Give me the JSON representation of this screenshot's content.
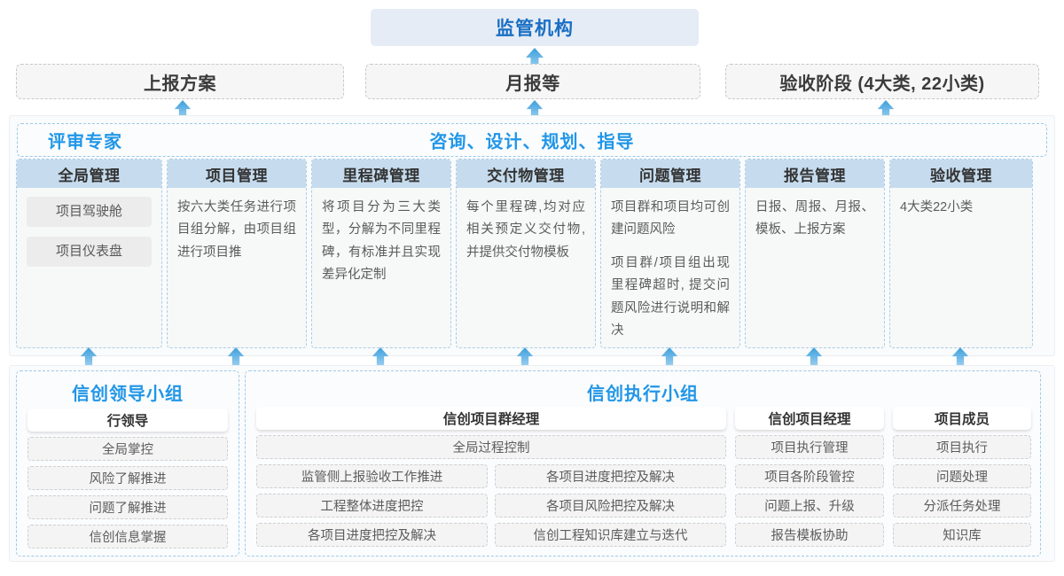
{
  "top": {
    "regulator": "监管机构",
    "reports": [
      {
        "label": "上报方案"
      },
      {
        "label": "月报等"
      },
      {
        "label": "验收阶段 (4大类, 22小类)"
      }
    ]
  },
  "middle": {
    "header_left": "评审专家",
    "header_center": "咨询、设计、规划、指导",
    "columns": [
      {
        "title": "全局管理",
        "pills": [
          "项目驾驶舱",
          "项目仪表盘"
        ],
        "paras": []
      },
      {
        "title": "项目管理",
        "pills": [],
        "paras": [
          "按六大类任务进行项目组分解，由项目组进行项目推"
        ]
      },
      {
        "title": "里程碑管理",
        "pills": [],
        "paras": [
          "将项目分为三大类型，分解为不同里程碑，有标准并且实现差异化定制"
        ]
      },
      {
        "title": "交付物管理",
        "pills": [],
        "paras": [
          "每个里程碑,均对应相关预定义交付物,并提供交付物模板"
        ]
      },
      {
        "title": "问题管理",
        "pills": [],
        "paras": [
          "项目群和项目均可创建问题风险",
          "项目群/项目组出现里程碑超时, 提交问题风险进行说明和解决"
        ]
      },
      {
        "title": "报告管理",
        "pills": [],
        "paras": [
          "日报、周报、月报、模板、上报方案"
        ]
      },
      {
        "title": "验收管理",
        "pills": [],
        "paras": [
          "4大类22小类"
        ]
      }
    ]
  },
  "bottom": {
    "leader_group": {
      "title": "信创领导小组",
      "role": "行领导",
      "tasks": [
        "全局掌控",
        "风险了解推进",
        "问题了解推进",
        "信创信息掌握"
      ]
    },
    "exec_group": {
      "title": "信创执行小组",
      "program_manager": {
        "role": "信创项目群经理",
        "full_width_task": "全局过程控制",
        "left_tasks": [
          "监管侧上报验收工作推进",
          "工程整体进度把控",
          "各项目进度把控及解决"
        ],
        "right_tasks": [
          "各项目进度把控及解决",
          "各项目风险把控及解决",
          "信创工程知识库建立与迭代"
        ]
      },
      "project_manager": {
        "role": "信创项目经理",
        "tasks": [
          "项目执行管理",
          "项目各阶段管控",
          "问题上报、升级",
          "报告模板协助"
        ]
      },
      "member": {
        "role": "项目成员",
        "tasks": [
          "项目执行",
          "问题处理",
          "分派任务处理",
          "知识库"
        ]
      }
    }
  },
  "colors": {
    "accent_blue": "#2196e8",
    "header_fill": "#c6dcee",
    "top_box_fill": "#e6ecf5",
    "arrow_top": "#3c9fdc",
    "arrow_bottom": "#a9d6f2"
  }
}
